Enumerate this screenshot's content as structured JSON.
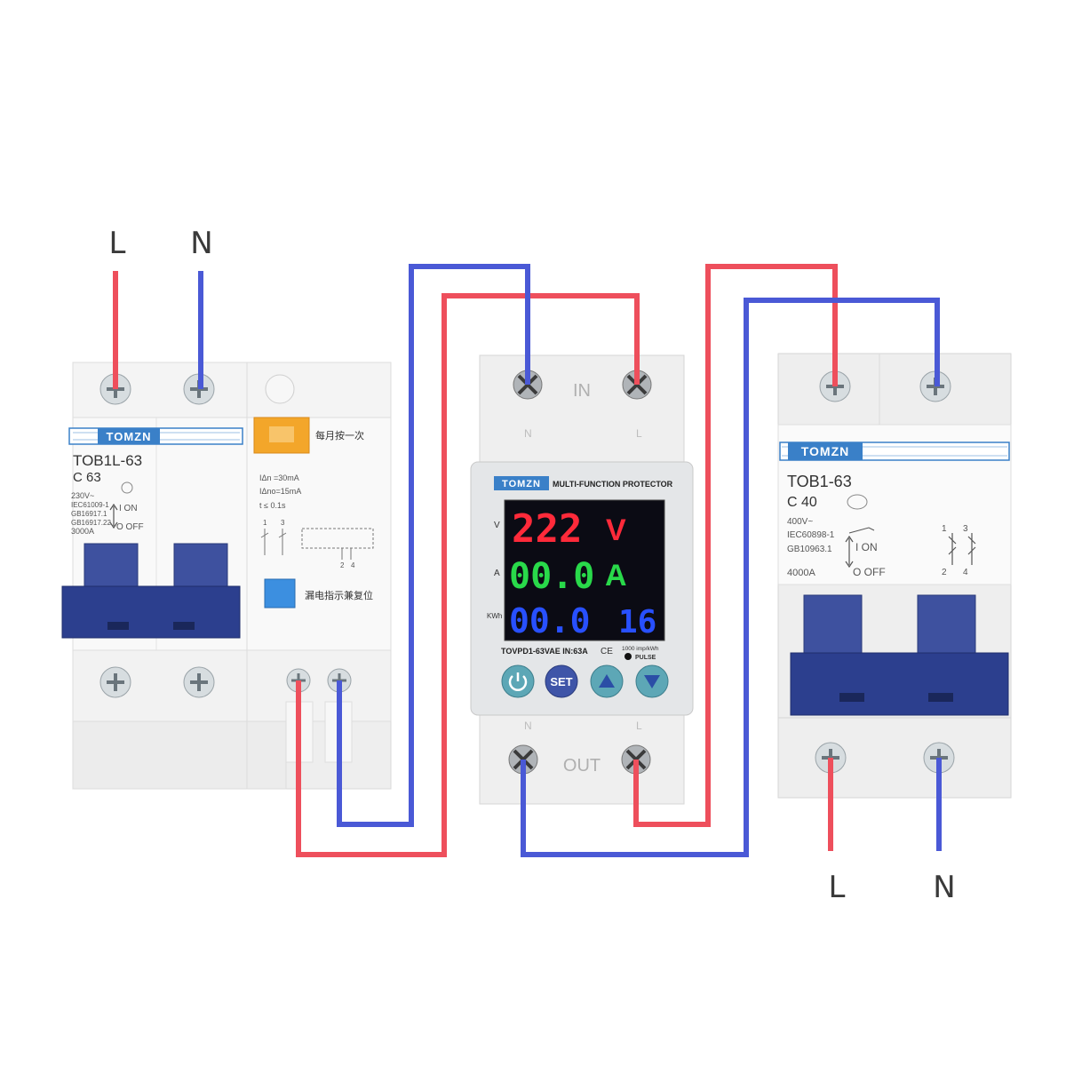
{
  "colors": {
    "live_wire": "#ee4f5c",
    "neutral_wire": "#4a59d6",
    "breaker_body": "#f3f3f3",
    "handle": "#2c3f8e",
    "brand_bar": "#3a80c8",
    "display_bg": "#0b0b14",
    "voltage_color": "#ff2a3a",
    "current_color": "#29d94a",
    "energy_color": "#2850ff"
  },
  "terminals": {
    "input_top_left": {
      "l": "L",
      "n": "N"
    },
    "output_bottom_right": {
      "l": "L",
      "n": "N"
    }
  },
  "rcbo": {
    "brand": "TOMZN",
    "model": "TOB1L-63",
    "rating": "C 63",
    "specs": [
      "230V~",
      "IEC61009-1",
      "GB16917.1",
      "GB16917.22",
      "3000A"
    ],
    "on_label": "I ON",
    "off_label": "O OFF",
    "test_note": "每月按一次",
    "leak_specs": [
      "IΔn =30mA",
      "IΔno=15mA",
      "t  ≤  0.1s"
    ],
    "terminal_numbers": [
      "1",
      "3",
      "2",
      "4"
    ],
    "indicator_note": "漏电指示兼复位"
  },
  "protector": {
    "in_label": "IN",
    "out_label": "OUT",
    "n_label": "N",
    "l_label": "L",
    "brand": "TOMZN",
    "title": "MULTI-FUNCTION PROTECTOR",
    "row_labels": {
      "v": "V",
      "a": "A",
      "kwh": "KWh"
    },
    "voltage": "222",
    "voltage_unit": "V",
    "current": "00.0",
    "current_unit": "A",
    "energy": "00.0",
    "energy_suffix": "16",
    "model": "TOVPD1-63VAE IN:63A",
    "ce": "CE",
    "imp": "1000 imp/kWh",
    "pulse": "PULSE",
    "buttons": {
      "power": "power-icon",
      "set": "SET",
      "up": "up-icon",
      "down": "down-icon"
    }
  },
  "mcb": {
    "brand": "TOMZN",
    "model": "TOB1-63",
    "rating": "C 40",
    "specs": [
      "400V~",
      "IEC60898-1",
      "GB10963.1",
      "4000A"
    ],
    "on_label": "I ON",
    "off_label": "O OFF",
    "terminal_numbers": [
      "1",
      "3",
      "2",
      "4"
    ]
  }
}
